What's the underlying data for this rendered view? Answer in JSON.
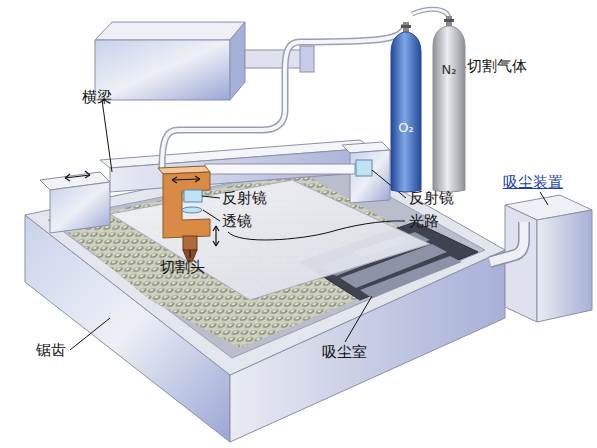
{
  "diagram": {
    "nodes": [
      {
        "text": [
          "O₂"
        ]
      },
      {
        "text": [
          "N₂"
        ]
      }
    ],
    "labels": [
      "横梁",
      "反射镜",
      "透镜",
      "切割头",
      "锯齿",
      "吸尘室",
      "反射镜",
      "光路",
      "切割气体",
      "吸尘装置"
    ]
  }
}
